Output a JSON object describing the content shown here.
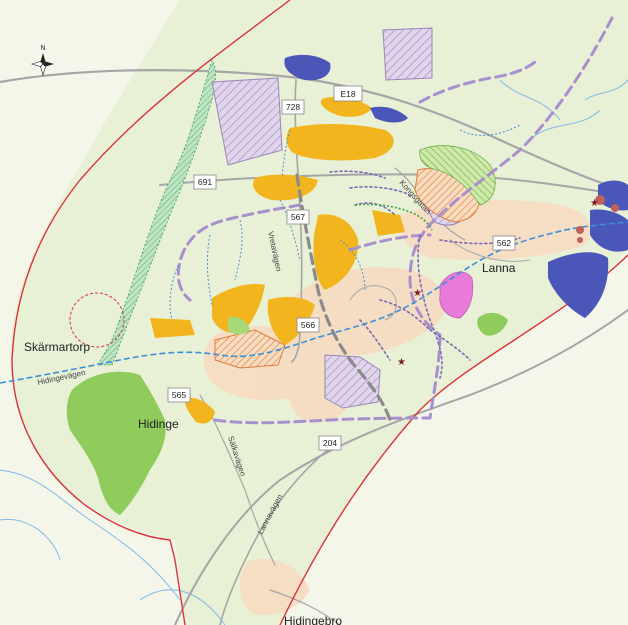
{
  "places": {
    "skarmartorp": "Skärmartorp",
    "lanna": "Lanna",
    "hidinge": "Hidinge",
    "hidingebro": "Hidingebro"
  },
  "roads": {
    "e18": "E18",
    "r728": "728",
    "r691": "691",
    "r567": "567",
    "r562": "562",
    "r566": "566",
    "r565": "565",
    "r204": "204"
  },
  "road_names": {
    "vretavagen": "Vretavägen",
    "kongsgatan": "Kongsgatan",
    "hidingevagen": "Hidingevägen",
    "salkavagen": "Sälkavägen",
    "lannavagen": "Lannavägen"
  },
  "compass": {
    "north": "N"
  },
  "colors": {
    "background": "#eaf1d8",
    "background_outside": "#f4f6ea",
    "boundary": "#d9343a",
    "water": "#5aa7e0",
    "residential": "#f7d9b8",
    "yellow_area": "#f2b51d",
    "green_area": "#8dcb5a",
    "blue_area": "#4a56b8",
    "hatched_purple": "#c8b7d6",
    "pink_area": "#e782d9",
    "purple_dashed": "#a98fcd",
    "dotted_route": "#7a6ab4",
    "grey_route": "#8a8a8a",
    "road": "#a9a9a9"
  }
}
